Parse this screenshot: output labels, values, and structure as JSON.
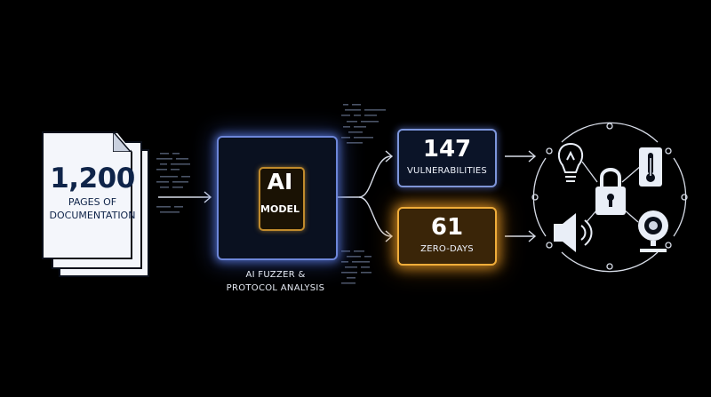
{
  "documents": {
    "count": "1,200",
    "caption": "PAGES OF\nDOCUMENTATION"
  },
  "ai_chip": {
    "title": "AI",
    "subtitle": "MODEL",
    "caption": "AI FUZZER &\nPROTOCOL ANALYSIS"
  },
  "results": [
    {
      "value": "147",
      "label": "VULNERABILITIES",
      "color": "#7d96dc"
    },
    {
      "value": "61",
      "label": "ZERO-DAYS",
      "color": "#f0ad3a"
    }
  ],
  "devices": {
    "center_icon": "padlock-icon",
    "items": [
      "lightbulb-icon",
      "thermostat-icon",
      "speaker-icon",
      "camera-icon"
    ]
  },
  "colors": {
    "background": "#000000",
    "chip_glow": "#6d86d8",
    "circuit": "#c08a2c",
    "highlight": "#f0ad3a"
  }
}
